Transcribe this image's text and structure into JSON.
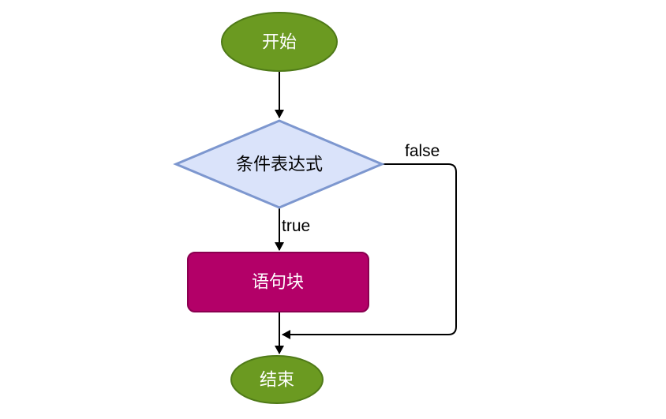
{
  "nodes": {
    "start": {
      "label": "开始"
    },
    "condition": {
      "label": "条件表达式"
    },
    "block": {
      "label": "语句块"
    },
    "end": {
      "label": "结束"
    }
  },
  "edges": {
    "true_label": "true",
    "false_label": "false"
  },
  "colors": {
    "terminal_fill": "#6b9a21",
    "terminal_stroke": "#4f7a18",
    "terminal_text": "#ffffff",
    "decision_fill": "#dae3fa",
    "decision_stroke": "#7d97cf",
    "decision_text": "#000000",
    "process_fill": "#b30068",
    "process_stroke": "#8a0050",
    "process_text": "#ffffff",
    "edge": "#000000"
  }
}
